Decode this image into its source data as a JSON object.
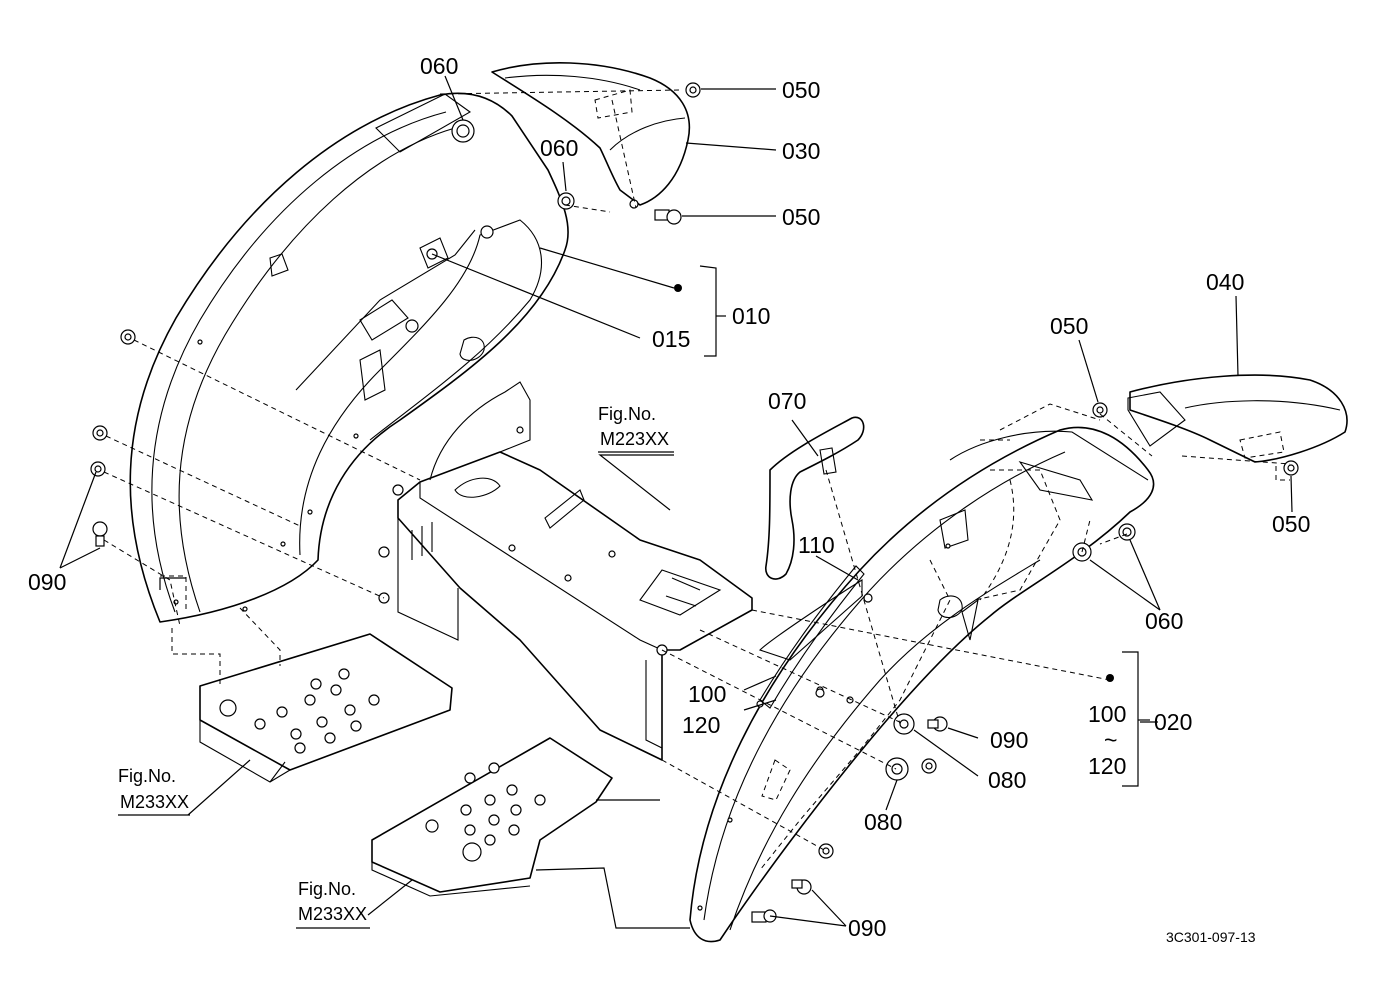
{
  "labels": {
    "p060a": "060",
    "p050a": "050",
    "p030": "030",
    "p060b": "060",
    "p050b": "050",
    "p010": "010",
    "p015": "015",
    "p040": "040",
    "p050c": "050",
    "p050d": "050",
    "p070": "070",
    "p110": "110",
    "p060c": "060",
    "p090a": "090",
    "p100a": "100",
    "p120a": "120",
    "p100b": "100",
    "p120b": "120",
    "p020": "020",
    "p090b": "090",
    "p080a": "080",
    "p080b": "080",
    "p090c": "090",
    "tilde": "~"
  },
  "refs": {
    "fig1_title": "Fig.No.",
    "fig1_code": "M223XX",
    "fig2_title": "Fig.No.",
    "fig2_code": "M233XX",
    "fig3_title": "Fig.No.",
    "fig3_code": "M233XX"
  },
  "drawing_code": "3C301-097-13"
}
